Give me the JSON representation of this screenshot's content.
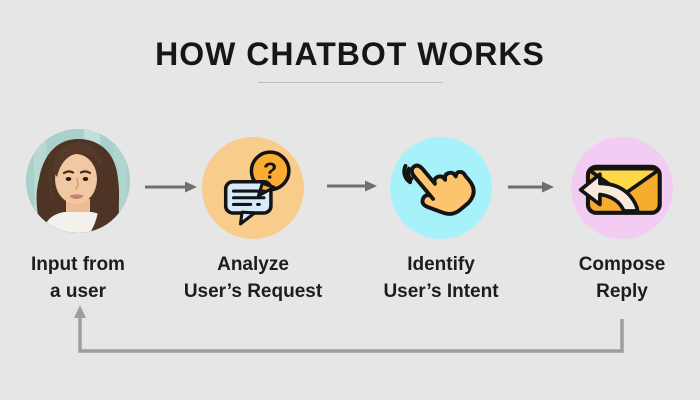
{
  "title": "HOW CHATBOT WORKS",
  "steps": [
    {
      "name": "input-from-user",
      "lines": [
        "Input from",
        "a user"
      ],
      "icon": "user-photo",
      "circle_color": "photo"
    },
    {
      "name": "analyze-request",
      "lines": [
        "Analyze",
        "User’s Request"
      ],
      "icon": "chat-question-icon",
      "circle_color": "#F8CD8C"
    },
    {
      "name": "identify-intent",
      "lines": [
        "Identify",
        "User’s Intent"
      ],
      "icon": "tap-hand-icon",
      "circle_color": "#A6F1FA"
    },
    {
      "name": "compose-reply",
      "lines": [
        "Compose",
        "Reply"
      ],
      "icon": "envelope-reply-icon",
      "circle_color": "#F2CCF2"
    }
  ],
  "colors": {
    "background": "#E6E6E6",
    "title_text": "#161616",
    "label_text": "#1D1D1D",
    "step_arrow": "#6F6F6F",
    "feedback_arrow": "#9E9E9E",
    "title_underline": "#BDBDBD",
    "icon_outline": "#141414",
    "chat_bubble_blue": "#D6EAFB",
    "question_bubble_orange": "#F9AD33",
    "hand_fill": "#FBC46D",
    "envelope_body": "#F7AC2E",
    "envelope_flap": "#FFD84A",
    "reply_arrow_cream": "#F8EADB"
  }
}
